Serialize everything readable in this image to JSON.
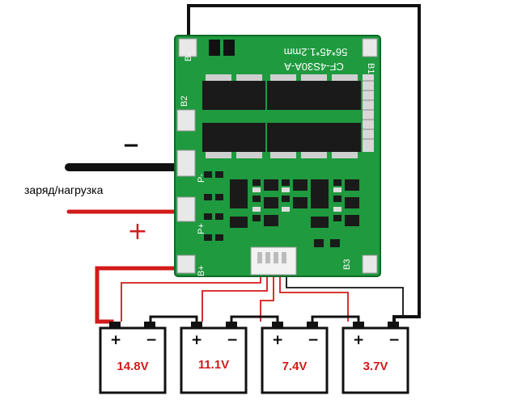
{
  "board": {
    "model": "CF-4S30A-A",
    "size": "56*45*1.2mm",
    "pads": [
      "B-",
      "B1",
      "B2",
      "P-",
      "P+",
      "B+",
      "B3"
    ]
  },
  "load": {
    "label": "заряд/нагрузка",
    "minus": "−",
    "plus": "+"
  },
  "cells": [
    {
      "voltage": "14.8V",
      "plus": "+",
      "minus": "−"
    },
    {
      "voltage": "11.1V",
      "plus": "+",
      "minus": "−"
    },
    {
      "voltage": "7.4V",
      "plus": "+",
      "minus": "−"
    },
    {
      "voltage": "3.7V",
      "plus": "+",
      "minus": "−"
    }
  ],
  "colors": {
    "pcb": "#1f9a3f",
    "pcb_dark": "#157a30",
    "wire_negative": "#111111",
    "wire_positive": "#d21a1a",
    "voltage_text": "#d21a1a"
  }
}
